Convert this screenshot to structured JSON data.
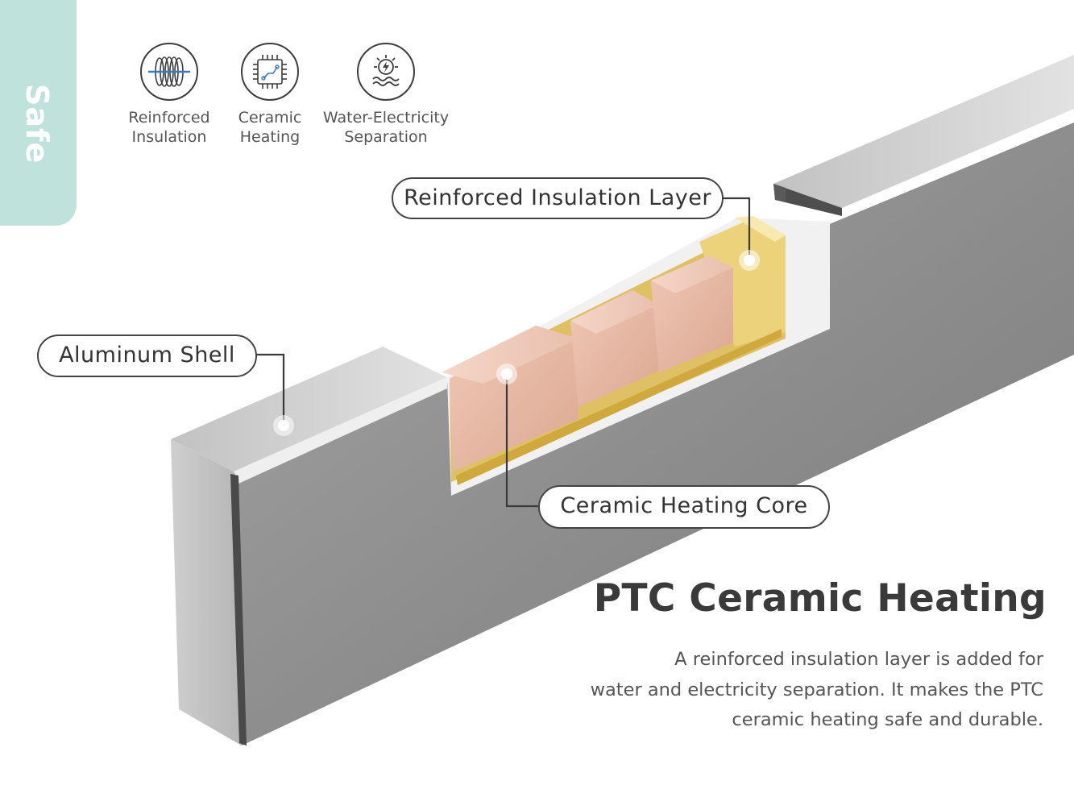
{
  "side_tab": {
    "label": "Safe"
  },
  "features": [
    {
      "line1": "Reinforced",
      "line2": "Insulation",
      "icon": "coil-icon"
    },
    {
      "line1": "Ceramic",
      "line2": "Heating",
      "icon": "chip-icon"
    },
    {
      "line1": "Water-Electricity",
      "line2": "Separation",
      "icon": "water-bolt-icon"
    }
  ],
  "callouts": {
    "insulation": "Reinforced Insulation Layer",
    "shell": "Aluminum Shell",
    "core": "Ceramic Heating Core"
  },
  "headline": "PTC Ceramic Heating",
  "description": {
    "line1": "A reinforced insulation layer is added for",
    "line2": "water and electricity separation. It makes the PTC",
    "line3": "ceramic heating safe and durable."
  },
  "colors": {
    "accent_tab": "#bfe3dc",
    "shell": "#8a8a8a",
    "insulation": "#ecd27a",
    "ceramic": "#e8b8a4"
  }
}
